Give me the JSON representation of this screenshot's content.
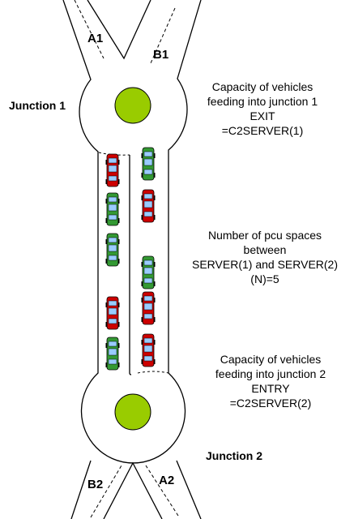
{
  "labels": {
    "arm_a1": "A1",
    "arm_b1": "B1",
    "arm_b2": "B2",
    "arm_a2": "A2",
    "junction1": "Junction 1",
    "junction2": "Junction 2"
  },
  "notes": {
    "exit": [
      "Capacity of vehicles",
      "feeding into junction 1",
      "EXIT",
      "=C2SERVER(1)"
    ],
    "spaces": [
      "Number of pcu spaces",
      "between",
      "SERVER(1) and SERVER(2)",
      "(N)=5"
    ],
    "entry": [
      "Capacity of vehicles",
      "feeding into junction 2",
      "ENTRY",
      "=C2SERVER(2)"
    ]
  },
  "colors": {
    "island": "#99cc00",
    "car_red": "#cc0000",
    "car_green": "#339933",
    "window": "#99ccff",
    "line": "#000000"
  },
  "cars": {
    "left_lane": [
      "red",
      "green",
      "green",
      "red",
      "green"
    ],
    "right_lane": [
      "green",
      "red",
      "green",
      "red",
      "red"
    ]
  }
}
